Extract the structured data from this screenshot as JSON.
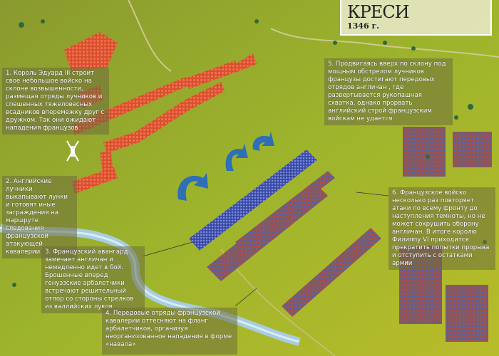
{
  "header": {
    "title": "КРЕСИ",
    "year": "1346 г."
  },
  "notes": [
    {
      "text": "1. Король Эдуард III строит свое небольшое войско на склоне возвышенности, размещая отряды лучников и спешенных тяжеловесных всадников вперемежку друг с дружком. Так они ожидают нападения французов"
    },
    {
      "text": "2. Английские лучники выкапывают лунки и готовят иные заграждения на маршруте следования французской атакующей кавалерии"
    },
    {
      "text": "3. Французский авангард замечает англичан и немедленно идет в бой. Брошенные вперед генуэзские арбалетчики встречают решительный отпор со стороны стрелков из валлийских луков"
    },
    {
      "text": "4. Передовые отряды французской кавалерии оттесняют на фланг арбалетчиков, организуя неорганизованное нападение в форме «навала»"
    },
    {
      "text": "5. Продвигаясь вверх по склону  под мощным обстрелом лучников французы достигают передовых отрядов англичан , где развертывается рукопашная схватка, однако прорвать английский строй французским войскам не удается"
    },
    {
      "text": "6. Французское войско несколько раз повторяет атаки по всему фронту до наступления темноты, но не может сокрушить оборону англичан. В итоге королю Филиппу VI приходится прекратить попытки прорыва и отступить с остатками армии"
    }
  ],
  "colors": {
    "english": "#e0502a",
    "french": "#4a5ab0",
    "arrow": "#2f6fb8",
    "grass": "#9aae2a",
    "river": "#a8cde0"
  }
}
